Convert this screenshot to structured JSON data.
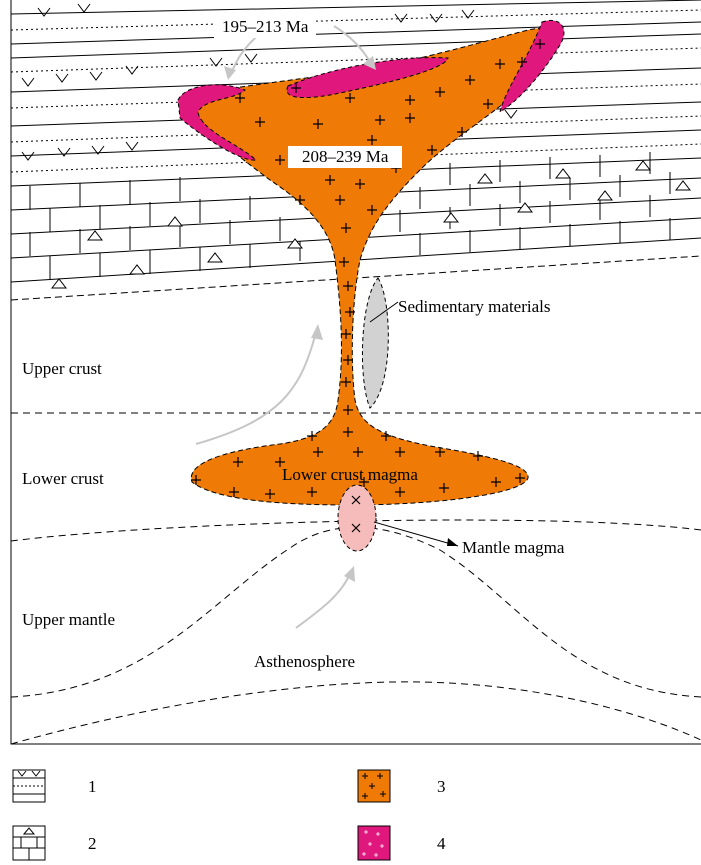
{
  "ages": {
    "outer": "195–213 Ma",
    "inner": "208–239 Ma"
  },
  "labels": {
    "sedimentary": "Sedimentary materials",
    "upper_crust": "Upper crust",
    "lower_crust": "Lower crust",
    "lower_crust_magma": "Lower crust magma",
    "mantle_magma": "Mantle magma",
    "upper_mantle": "Upper mantle",
    "asthenosphere": "Asthenosphere"
  },
  "legend": [
    {
      "number": "1",
      "pattern": "volcanic-strata"
    },
    {
      "number": "2",
      "pattern": "limestone-strata"
    },
    {
      "number": "3",
      "pattern": "granite-orange"
    },
    {
      "number": "4",
      "pattern": "granite-magenta"
    }
  ],
  "colors": {
    "granite": "#ef7a06",
    "late_granite": "#e0177d",
    "mantle_magma": "#f6bcbc",
    "sedimentary": "#d2d2d2",
    "arrow": "#c6c6c6"
  }
}
